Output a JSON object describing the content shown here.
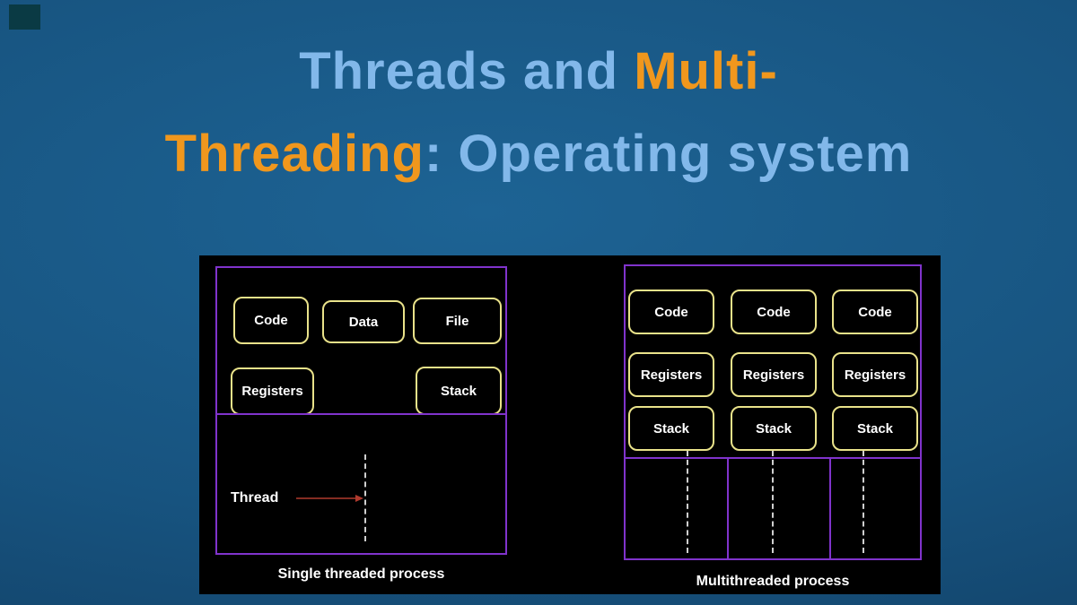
{
  "slide": {
    "title": {
      "line1": [
        {
          "text": "Threads and ",
          "color": "#82b8ea"
        },
        {
          "text": "Multi-",
          "color": "#f0971d"
        }
      ],
      "line2": [
        {
          "text": "Threading",
          "color": "#f0971d"
        },
        {
          "text": ": Operating system",
          "color": "#82b8ea"
        }
      ]
    }
  },
  "single_process": {
    "boxes": {
      "code": "Code",
      "data": "Data",
      "file": "File",
      "registers": "Registers",
      "stack": "Stack"
    },
    "thread_label": "Thread",
    "caption": "Single threaded process"
  },
  "multi_process": {
    "columns": [
      {
        "code": "Code",
        "registers": "Registers",
        "stack": "Stack"
      },
      {
        "code": "Code",
        "registers": "Registers",
        "stack": "Stack"
      },
      {
        "code": "Code",
        "registers": "Registers",
        "stack": "Stack"
      }
    ],
    "caption": "Multithreaded process"
  },
  "colors": {
    "background_blue": "#17537f",
    "title_blue": "#82b8ea",
    "title_orange": "#f0971d",
    "panel_bg": "#000000",
    "process_border": "#8033cc",
    "box_border": "#e9e28a",
    "box_text": "#ffffff",
    "dashed_line": "#cfcfcf",
    "arrow_red": "#b03a2e",
    "corner_accent": "#0a3a44"
  }
}
